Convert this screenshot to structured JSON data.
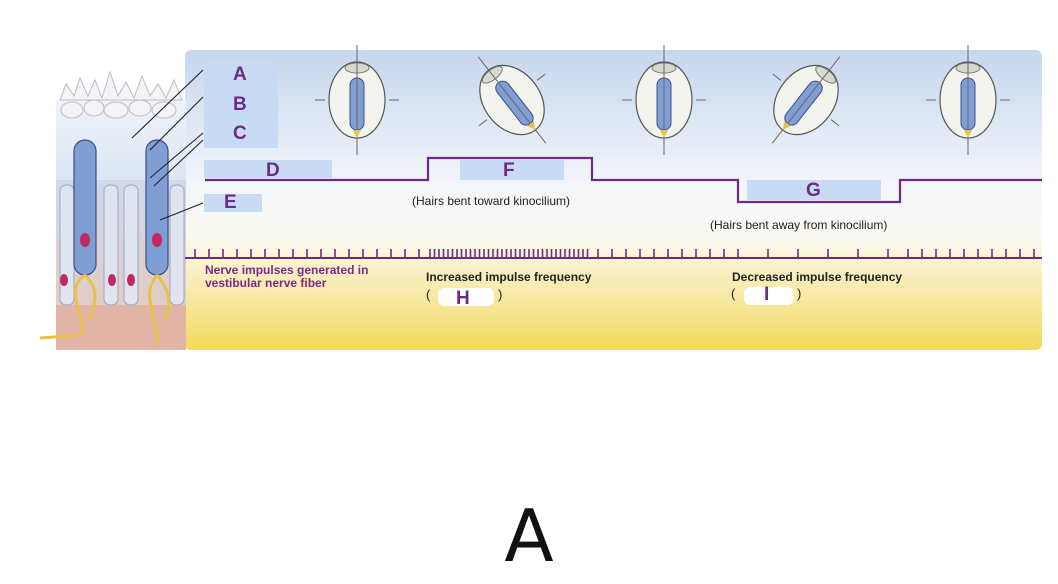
{
  "labels": {
    "A": "A",
    "B": "B",
    "C": "C",
    "D": "D",
    "E": "E",
    "F": "F",
    "G": "G",
    "H": "H",
    "I": "I"
  },
  "captions": {
    "toward": "(Hairs bent toward kinocilium)",
    "away": "(Hairs bent away from kinocilium)"
  },
  "impulses": {
    "baseline": "Nerve impulses generated in vestibular nerve fiber",
    "increased": "Increased impulse frequency",
    "decreased": "Decreased impulse frequency",
    "open_paren": "(",
    "close_paren": ")"
  },
  "panel_caption": "A",
  "colors": {
    "label_box": "#c9daf5",
    "label_text": "#6a2c86",
    "trace": "#6a2c86",
    "top_band": "#cbd9ef",
    "bottom_band": "#f6df6a"
  }
}
